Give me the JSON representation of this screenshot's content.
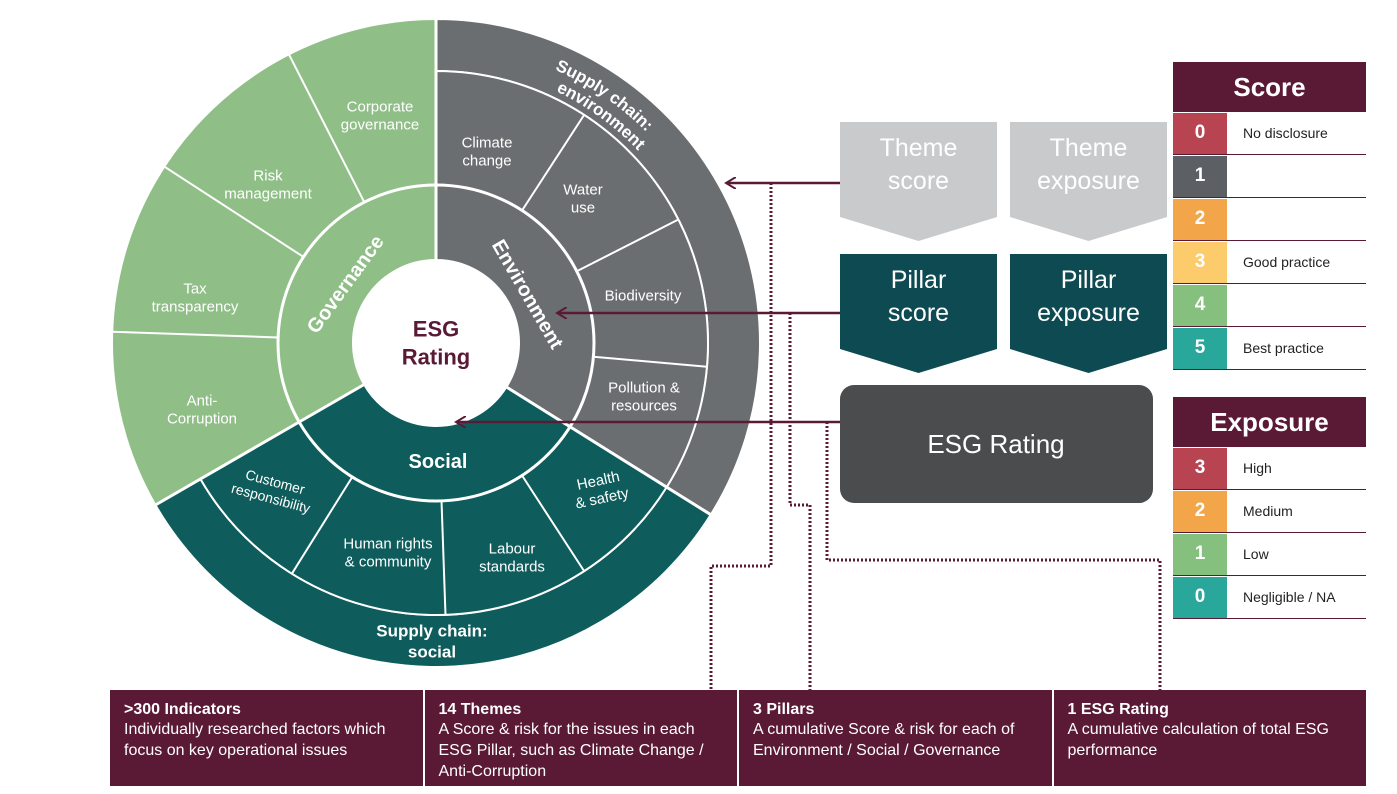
{
  "wheel": {
    "center": [
      "ESG",
      "Rating"
    ],
    "pillars": {
      "governance": "Governance",
      "environment": "Environment",
      "social": "Social"
    },
    "themes": {
      "corporate_governance": [
        "Corporate",
        "governance"
      ],
      "risk_management": [
        "Risk",
        "management"
      ],
      "tax_transparency": [
        "Tax",
        "transparency"
      ],
      "anti_corruption": [
        "Anti-",
        "Corruption"
      ],
      "climate_change": [
        "Climate",
        "change"
      ],
      "water_use": [
        "Water",
        "use"
      ],
      "biodiversity": [
        "Biodiversity"
      ],
      "pollution_resources": [
        "Pollution &",
        "resources"
      ],
      "health_safety": [
        "Health",
        "& safety"
      ],
      "labour_standards": [
        "Labour",
        "standards"
      ],
      "human_rights": [
        "Human rights",
        "& community"
      ],
      "customer_responsibility": [
        "Customer",
        "responsibility"
      ]
    },
    "supply_chain_env": "Supply chain: environment",
    "supply_chain_social": [
      "Supply chain:",
      "social"
    ]
  },
  "chevrons": {
    "theme_score": [
      "Theme",
      "score"
    ],
    "theme_exposure": [
      "Theme",
      "exposure"
    ],
    "pillar_score": [
      "Pillar",
      "score"
    ],
    "pillar_exposure": [
      "Pillar",
      "exposure"
    ]
  },
  "esg_rating_box": "ESG Rating",
  "score_legend": {
    "title": "Score",
    "rows": [
      {
        "num": "0",
        "label": "No disclosure",
        "color": "#b84452"
      },
      {
        "num": "1",
        "label": "",
        "color": "#5c5f63"
      },
      {
        "num": "2",
        "label": "",
        "color": "#f2a649"
      },
      {
        "num": "3",
        "label": "Good practice",
        "color": "#fbcb6c"
      },
      {
        "num": "4",
        "label": "",
        "color": "#86c07f"
      },
      {
        "num": "5",
        "label": "Best practice",
        "color": "#2aa79b"
      }
    ]
  },
  "exposure_legend": {
    "title": "Exposure",
    "rows": [
      {
        "num": "3",
        "label": "High",
        "color": "#b84452"
      },
      {
        "num": "2",
        "label": "Medium",
        "color": "#f2a649"
      },
      {
        "num": "1",
        "label": "Low",
        "color": "#86c07f"
      },
      {
        "num": "0",
        "label": "Negligible / NA",
        "color": "#2aa79b"
      }
    ]
  },
  "bottom": [
    {
      "title": ">300 Indicators",
      "desc": "Individually researched factors which focus on key operational issues"
    },
    {
      "title": "14 Themes",
      "desc": "A Score & risk for the issues in each ESG Pillar, such as Climate Change / Anti-Corruption"
    },
    {
      "title": "3 Pillars",
      "desc": "A cumulative Score & risk for each of Environment / Social / Governance"
    },
    {
      "title": "1 ESG Rating",
      "desc": "A cumulative calculation of total ESG performance"
    }
  ],
  "colors": {
    "governance": "#8fbf87",
    "environment": "#6b6e70",
    "social": "#0e5c5c",
    "chevron_light": "#c8cacb",
    "chevron_dark": "#0e4a52",
    "rating_box": "#4a4c4e",
    "maroon": "#5a1a35"
  }
}
